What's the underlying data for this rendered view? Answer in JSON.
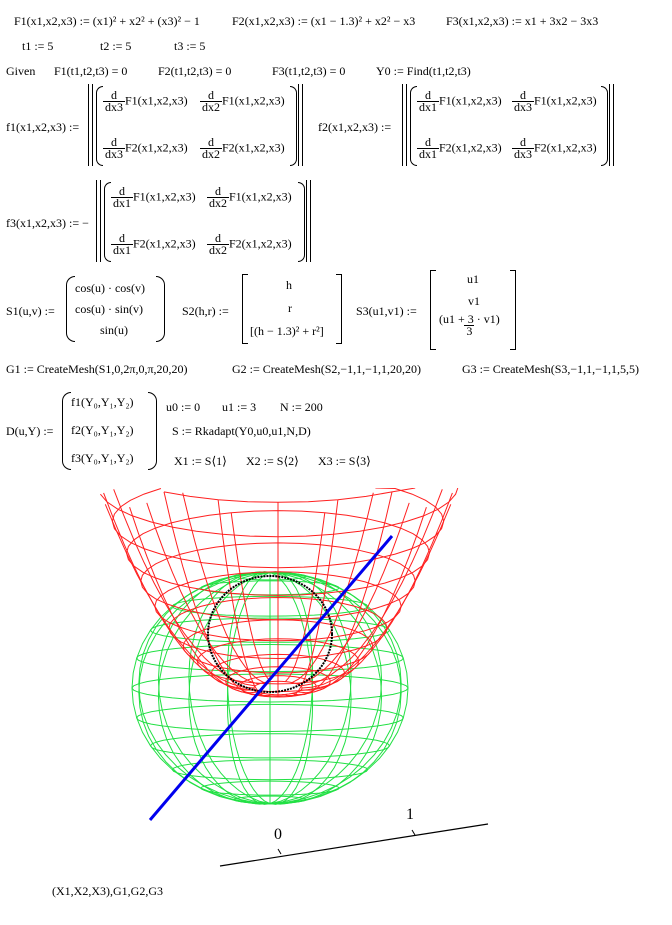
{
  "row1": {
    "f1": "F1(x1,x2,x3) := (x1)² + x2² + (x3)² − 1",
    "f2": "F2(x1,x2,x3) := (x1 − 1.3)² + x2² − x3",
    "f3": "F3(x1,x2,x3) := x1 + 3x2 − 3x3"
  },
  "inits": {
    "t1": "t1 := 5",
    "t2": "t2 := 5",
    "t3": "t3 := 5"
  },
  "given": {
    "label": "Given",
    "e1": "F1(t1,t2,t3) = 0",
    "e2": "F2(t1,t2,t3) = 0",
    "e3": "F3(t1,t2,t3) = 0",
    "find": "Y0 := Find(t1,t2,t3)"
  },
  "defs": {
    "f1": "f1(x1,x2,x3) :=",
    "f2": "f2(x1,x2,x3) :=",
    "f3": "f3(x1,x2,x3) := −",
    "d": "d",
    "dx1": "dx1",
    "dx2": "dx2",
    "dx3": "dx3",
    "F1": "F1(x1,x2,x3)",
    "F2": "F2(x1,x2,x3)"
  },
  "surfaces": {
    "s1": "S1(u,v) :=",
    "s1_rows": [
      "cos(u) · cos(v)",
      "cos(u) · sin(v)",
      "sin(u)"
    ],
    "s2": "S2(h,r) :=",
    "s2_rows": [
      "h",
      "r",
      "(h − 1.3)² + r²"
    ],
    "s3": "S3(u1,v1) :=",
    "s3_rows": [
      "u1",
      "v1"
    ],
    "s3_num": "(u1 + 3 · v1)",
    "s3_den": "3"
  },
  "meshes": {
    "g1": "G1 := CreateMesh(S1,0,2π,0,π,20,20)",
    "g2": "G2 := CreateMesh(S2,−1,1,−1,1,20,20)",
    "g3": "G3 := CreateMesh(S3,−1,1,−1,1,5,5)"
  },
  "ode": {
    "d": "D(u,Y) :=",
    "rows": [
      "f1(Y₀,Y₁,Y₂)",
      "f2(Y₀,Y₁,Y₂)",
      "f3(Y₀,Y₁,Y₂)"
    ],
    "u0": "u0 := 0",
    "u1": "u1 := 3",
    "n": "N := 200",
    "s": "S := Rkadapt(Y0,u0,u1,N,D)",
    "x1": "X1 := S⟨1⟩",
    "x2": "X2 := S⟨2⟩",
    "x3": "X3 := S⟨3⟩"
  },
  "plot": {
    "axis_label_0": "0",
    "axis_label_1": "1",
    "caption": "(X1,X2,X3),G1,G2,G3",
    "colors": {
      "paraboloid": "#ff2020",
      "sphere": "#22e044",
      "curve": "#0000ee",
      "circle": "#000000",
      "axis": "#000000"
    }
  }
}
